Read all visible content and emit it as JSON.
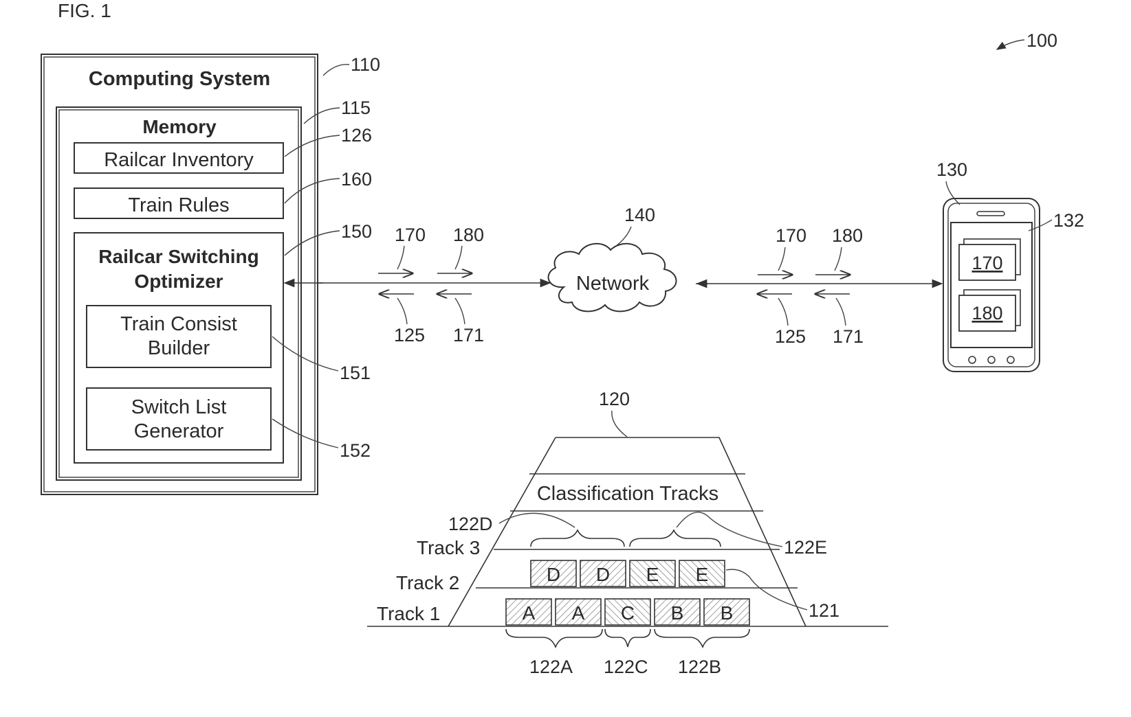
{
  "figure_label": "FIG. 1",
  "ref_100": "100",
  "computing_system": {
    "title": "Computing System",
    "ref": "110",
    "memory": {
      "title": "Memory",
      "ref": "115",
      "railcar_inventory": {
        "label": "Railcar Inventory",
        "ref": "126"
      },
      "train_rules": {
        "label": "Train Rules",
        "ref": "160"
      },
      "optimizer": {
        "title_line1": "Railcar Switching",
        "title_line2": "Optimizer",
        "ref": "150",
        "consist_builder": {
          "line1": "Train Consist",
          "line2": "Builder",
          "ref": "151"
        },
        "switch_list": {
          "line1": "Switch List",
          "line2": "Generator",
          "ref": "152"
        }
      }
    }
  },
  "network": {
    "label": "Network",
    "ref": "140"
  },
  "signals_left": {
    "top": [
      "170",
      "180"
    ],
    "bottom": [
      "125",
      "171"
    ]
  },
  "signals_right": {
    "top": [
      "170",
      "180"
    ],
    "bottom": [
      "125",
      "171"
    ]
  },
  "device": {
    "ref": "130",
    "screen_ref": "132",
    "card_top": "170",
    "card_bottom": "180"
  },
  "yard": {
    "ref": "120",
    "title": "Classification Tracks",
    "tracks": [
      "Track 3",
      "Track 2",
      "Track 1"
    ],
    "track2_cars": [
      "D",
      "D",
      "E",
      "E"
    ],
    "track1_cars": [
      "A",
      "A",
      "C",
      "B",
      "B"
    ],
    "refs": {
      "122D": "122D",
      "122E": "122E",
      "121": "121",
      "122A": "122A",
      "122C": "122C",
      "122B": "122B"
    }
  }
}
